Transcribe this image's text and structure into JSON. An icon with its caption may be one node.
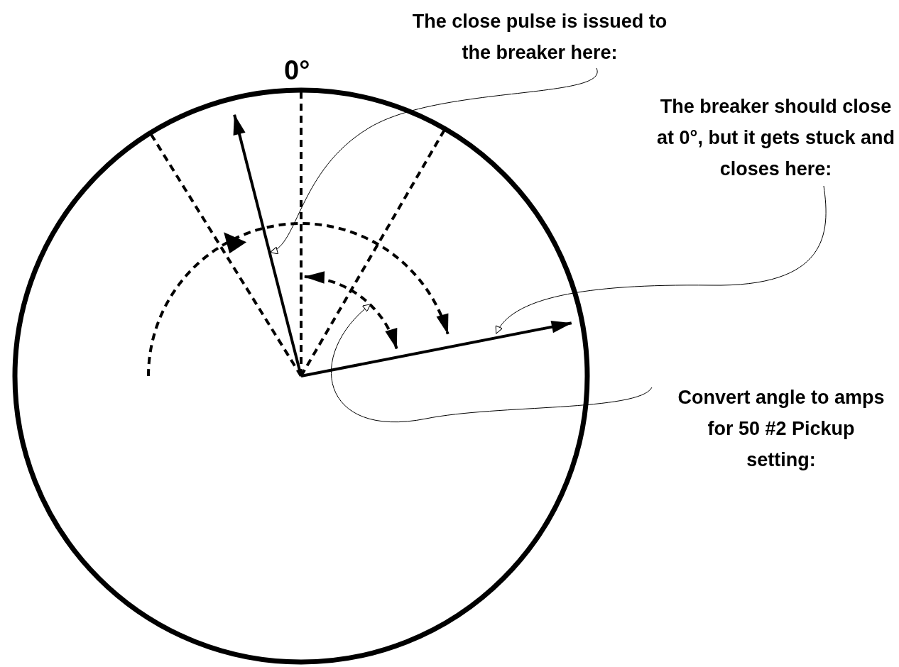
{
  "diagram": {
    "nodes": [
      {
        "text": [
          "The close pulse is issued to the breaker here:"
        ]
      },
      {
        "text": [
          "The breaker should close at 0°, but it gets stuck and closes here:"
        ]
      },
      {
        "text": [
          "Convert angle to amps for 50 #2 Pickup setting:"
        ]
      },
      {
        "text": [],
        "shape": "arrow"
      },
      {
        "text": [],
        "shape": "arrow"
      },
      {
        "text": [],
        "shape": "arc"
      }
    ],
    "edges": [
      {
        "from": 0,
        "to": 3,
        "arrow": "to"
      },
      {
        "from": 1,
        "to": 4,
        "arrow": "to"
      },
      {
        "from": 2,
        "to": 5,
        "arrow": "to"
      }
    ],
    "labels": [
      "0°"
    ]
  }
}
